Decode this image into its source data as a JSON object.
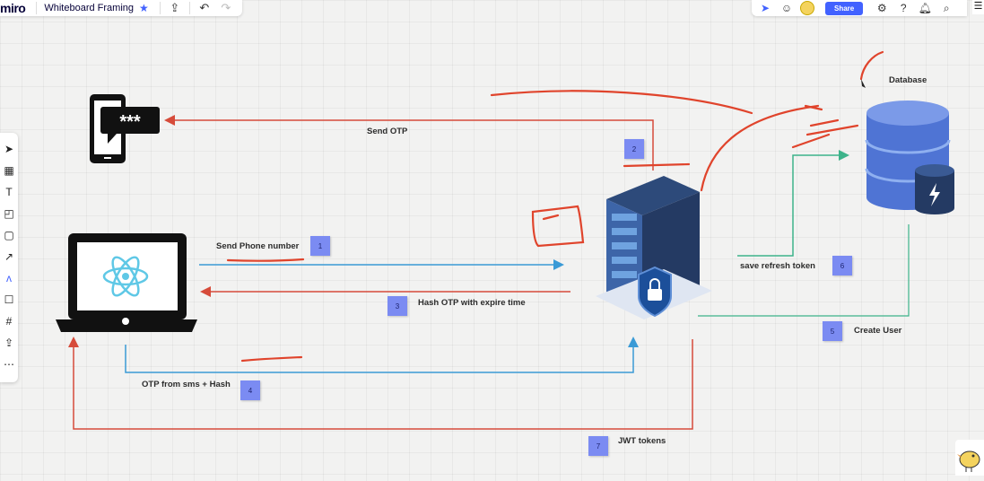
{
  "header": {
    "logo": "miro",
    "board_name": "Whiteboard Framing",
    "star_icon": "star-icon",
    "upload_icon": "upload-icon",
    "undo_icon": "undo-icon",
    "redo_icon": "redo-icon",
    "share_label": "Share"
  },
  "toolbar": {
    "tools": [
      "select-icon",
      "frame-icon",
      "text-icon",
      "sticky-note-icon",
      "shape-icon",
      "line-icon",
      "pen-icon",
      "comment-icon",
      "crop-icon",
      "upload-icon",
      "more-icon"
    ]
  },
  "diagram": {
    "labels": {
      "send_otp": "Send OTP",
      "send_phone": "Send Phone number",
      "hash_otp": "Hash OTP with expire time",
      "otp_from_sms": "OTP from sms + Hash",
      "jwt": "JWT tokens",
      "save_refresh": "save refresh token",
      "create_user": "Create User",
      "database": "Database"
    },
    "steps": {
      "s1": "1",
      "s2": "2",
      "s3": "3",
      "s4": "4",
      "s5": "5",
      "s6": "6",
      "s7": "7"
    },
    "phone_screen_text": "***"
  },
  "colors": {
    "red_arrow": "#d64b3a",
    "blue_arrow": "#3a9ad6",
    "green_arrow": "#3db38a",
    "step_badge": "#7b8bf2",
    "accent": "#4262ff"
  }
}
